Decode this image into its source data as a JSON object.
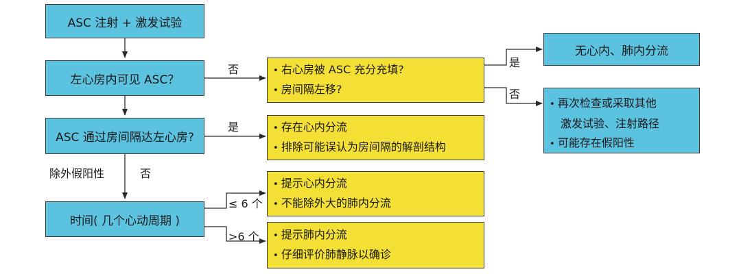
{
  "nodes": {
    "start": "ASC 注射 + 激发试验",
    "q1": "左心房内可见 ASC？",
    "q2": "ASC 通过房间隔达左心房?",
    "q3": "时间( 几个心动周期 )",
    "q1_no": [
      "右心房被 ASC 充分充填?",
      "房间隔左移?"
    ],
    "q2_yes": [
      "存在心内分流",
      "排除可能误认为房间隔的解剖结构"
    ],
    "q3_le6": [
      "提示心内分流",
      "不能除外大的肺内分流"
    ],
    "q3_gt6": [
      "提示肺内分流",
      "仔细评价肺静脉以确诊"
    ],
    "result_yes": "无心内、肺内分流",
    "result_no": [
      "再次检查或采取其他",
      "激发试验、注射路径",
      "可能存在假阳性"
    ]
  },
  "labels": {
    "q1_no": "否",
    "q2_yes": "是",
    "q2_no": "否",
    "q2_note": "除外假阳性",
    "q3_le6": "≤ 6 个",
    "q3_gt6": ">6 个",
    "check_yes": "是",
    "check_no": "否"
  }
}
